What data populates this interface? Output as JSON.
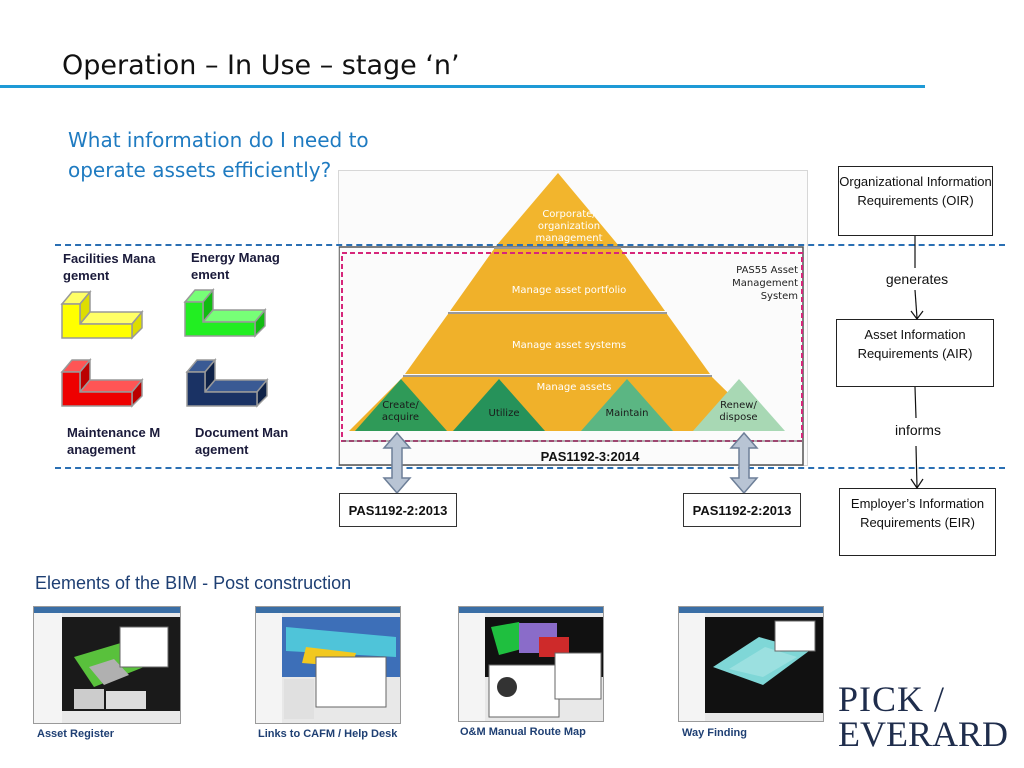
{
  "title": "Operation – In Use – stage ‘n’",
  "question": "What information do I need to operate assets efficiently?",
  "management": {
    "facilities": "Facilities Management",
    "energy": "Energy Management",
    "maintenance": "Maintenance Management",
    "document": "Document Management"
  },
  "pyramid": {
    "top": "Corporate/ organization management",
    "portfolio": "Manage asset portfolio",
    "systems": "Manage asset systems",
    "assets": "Manage assets",
    "create": "Create/ acquire",
    "utilize": "Utilize",
    "maintain": "Maintain",
    "renew": "Renew/ dispose",
    "pas55": "PAS55 Asset Management System",
    "pas1192_3": "PAS1192-3:2014"
  },
  "pas_left": "PAS1192-2:2013",
  "pas_right": "PAS1192-2:2013",
  "requirements": {
    "oir": "Organizational Information Requirements (OIR)",
    "generates": "generates",
    "air": "Asset Information Requirements (AIR)",
    "informs": "informs",
    "eir": "Employer’s Information Requirements (EIR)"
  },
  "bim": {
    "title": "Elements of the BIM - Post construction",
    "captions": [
      "Asset Register",
      "Links to CAFM / Help Desk",
      "O&M Manual Route Map",
      "Way Finding"
    ]
  },
  "logo": {
    "line1": "PICK /",
    "line2": "EVERARD"
  },
  "colors": {
    "accent": "#1e9ad6",
    "question": "#1f7bc1",
    "pyramid": "#f0b12a",
    "facilities": "#ffff00",
    "energy": "#22ee22",
    "maintenance": "#ee0000",
    "document": "#1a3264"
  }
}
